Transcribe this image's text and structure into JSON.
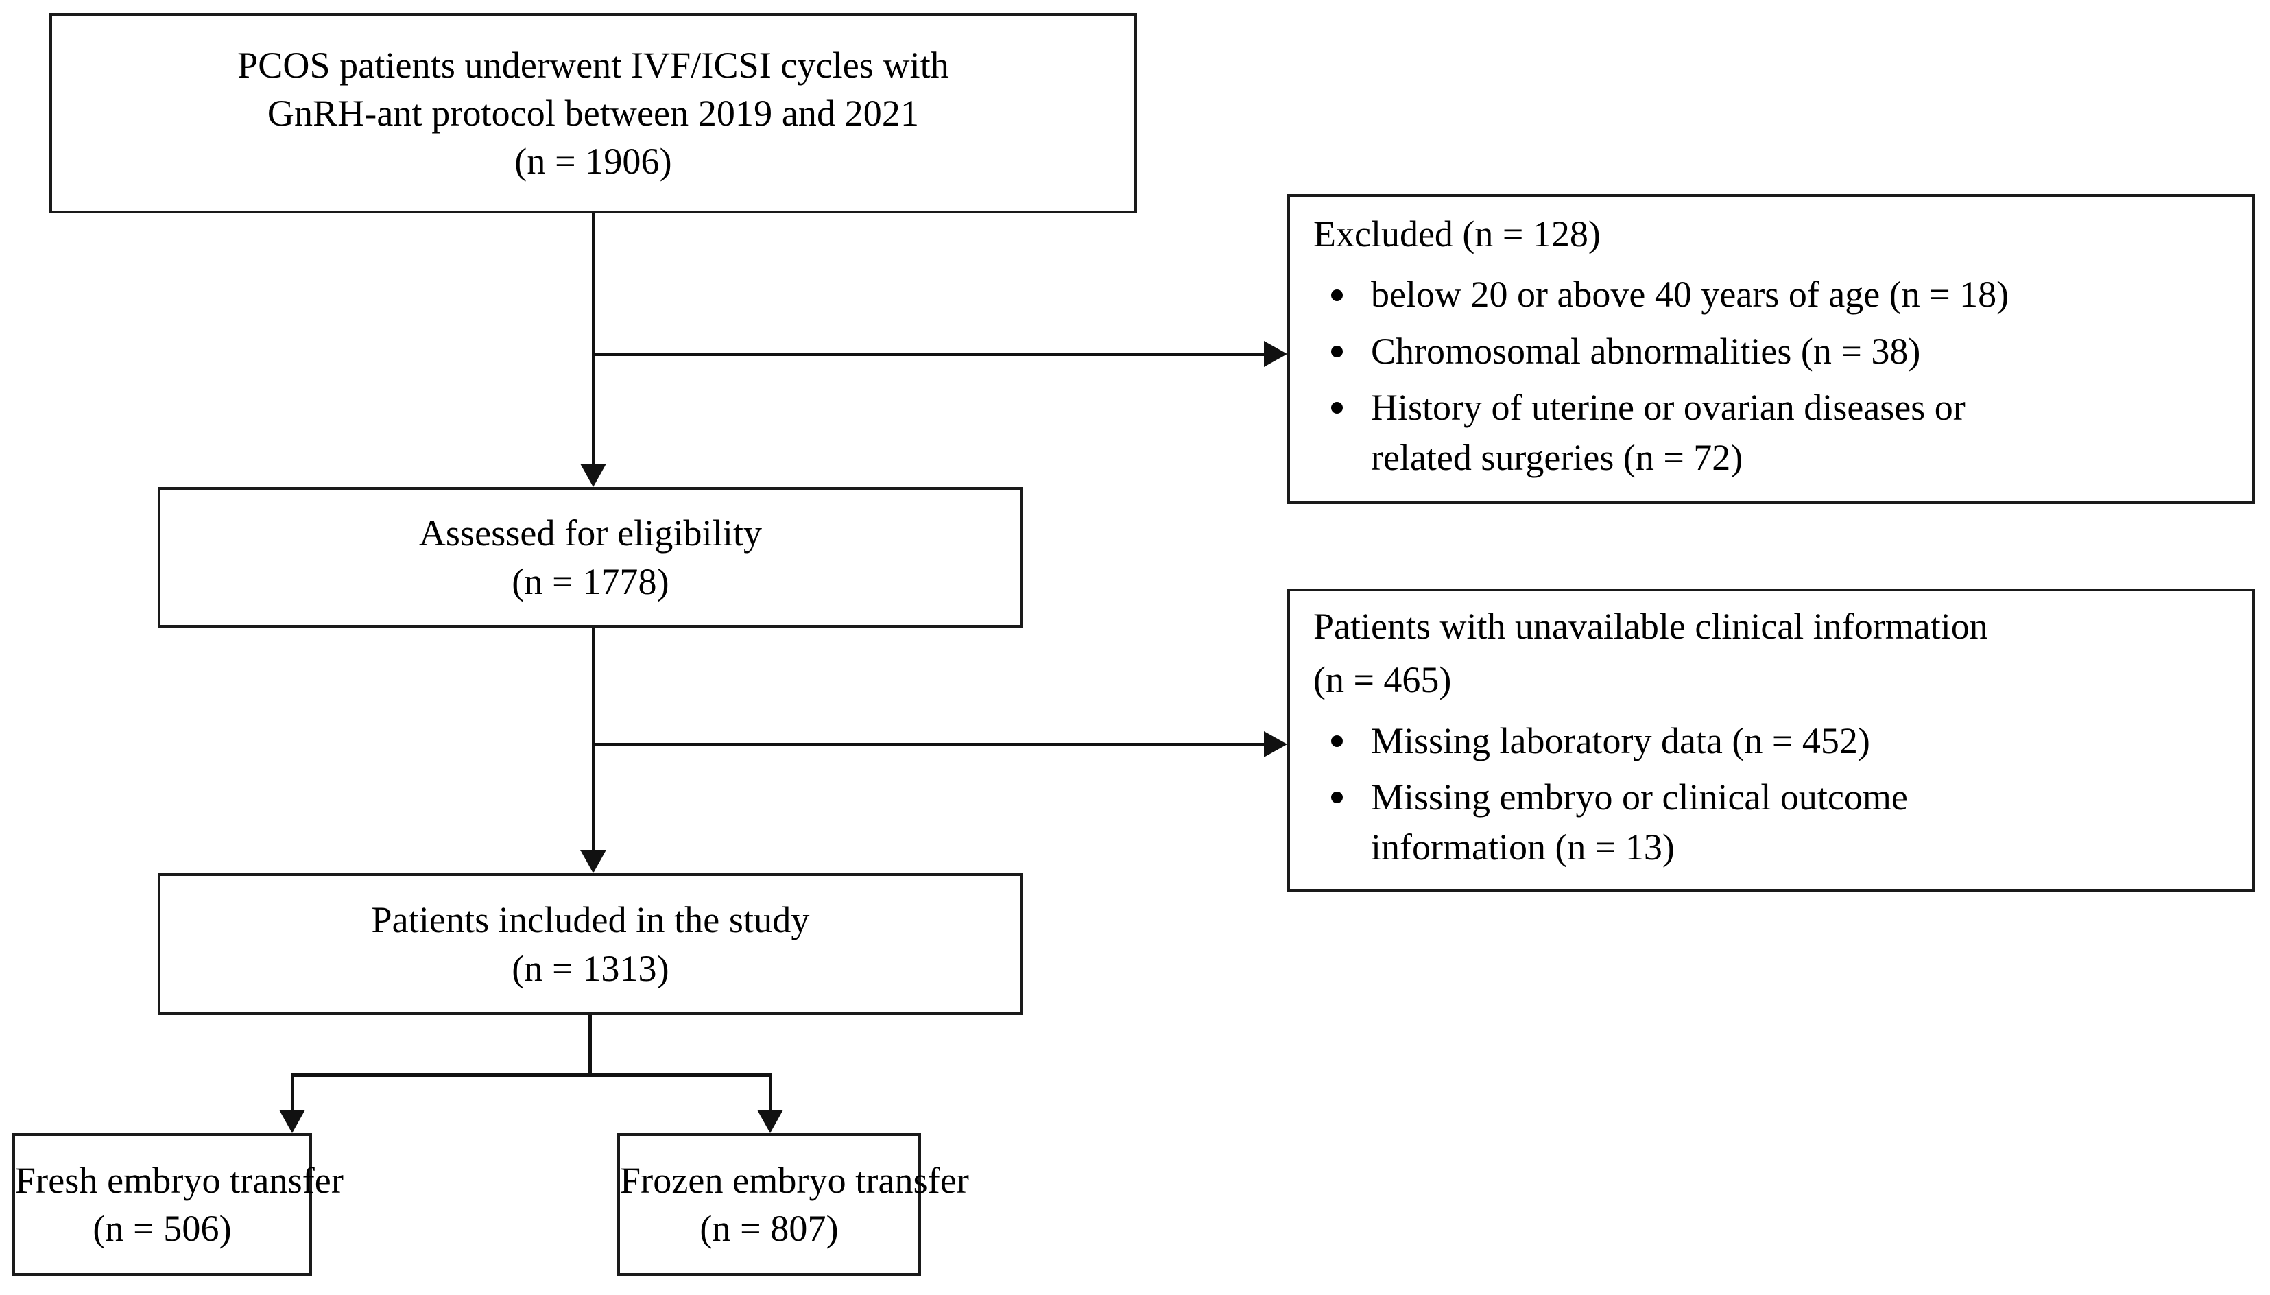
{
  "figure": {
    "type": "study-flow-diagram",
    "colors": {
      "stroke": "#1a1a1a",
      "connector": "#111111",
      "background": "#ffffff"
    }
  },
  "nodes": {
    "source": {
      "lines": [
        "PCOS patients underwent IVF/ICSI cycles with",
        "GnRH-ant protocol between 2019 and 2021",
        "(n = 1906)"
      ],
      "n": 1906
    },
    "excluded": {
      "heading": "Excluded (n = 128)",
      "n": 128,
      "items": [
        "below 20 or above 40 years of age (n = 18)",
        "Chromosomal abnormalities (n = 38)",
        "History of uterine or ovarian diseases or",
        "related surgeries (n = 72)"
      ],
      "item_lines": [
        [
          "below 20 or above 40 years of age (n = 18)"
        ],
        [
          "Chromosomal abnormalities (n = 38)"
        ],
        [
          "History of uterine or ovarian diseases or",
          "related surgeries (n = 72)"
        ]
      ]
    },
    "eligibility": {
      "lines": [
        "Assessed for eligibility",
        "(n = 1778)"
      ],
      "n": 1778
    },
    "unavailable": {
      "heading_line_1": "Patients with unavailable clinical information",
      "heading_line_2": "(n = 465)",
      "n": 465,
      "item_lines": [
        [
          "Missing laboratory data (n = 452)"
        ],
        [
          "Missing embryo or clinical outcome",
          "information (n = 13)"
        ]
      ]
    },
    "included": {
      "lines": [
        "Patients included in the study",
        "(n = 1313)"
      ],
      "n": 1313
    },
    "fresh": {
      "lines": [
        "Fresh embryo transfer",
        "(n = 506)"
      ],
      "n": 506
    },
    "frozen": {
      "lines": [
        "Frozen embryo transfer",
        "(n = 807)"
      ],
      "n": 807
    }
  }
}
